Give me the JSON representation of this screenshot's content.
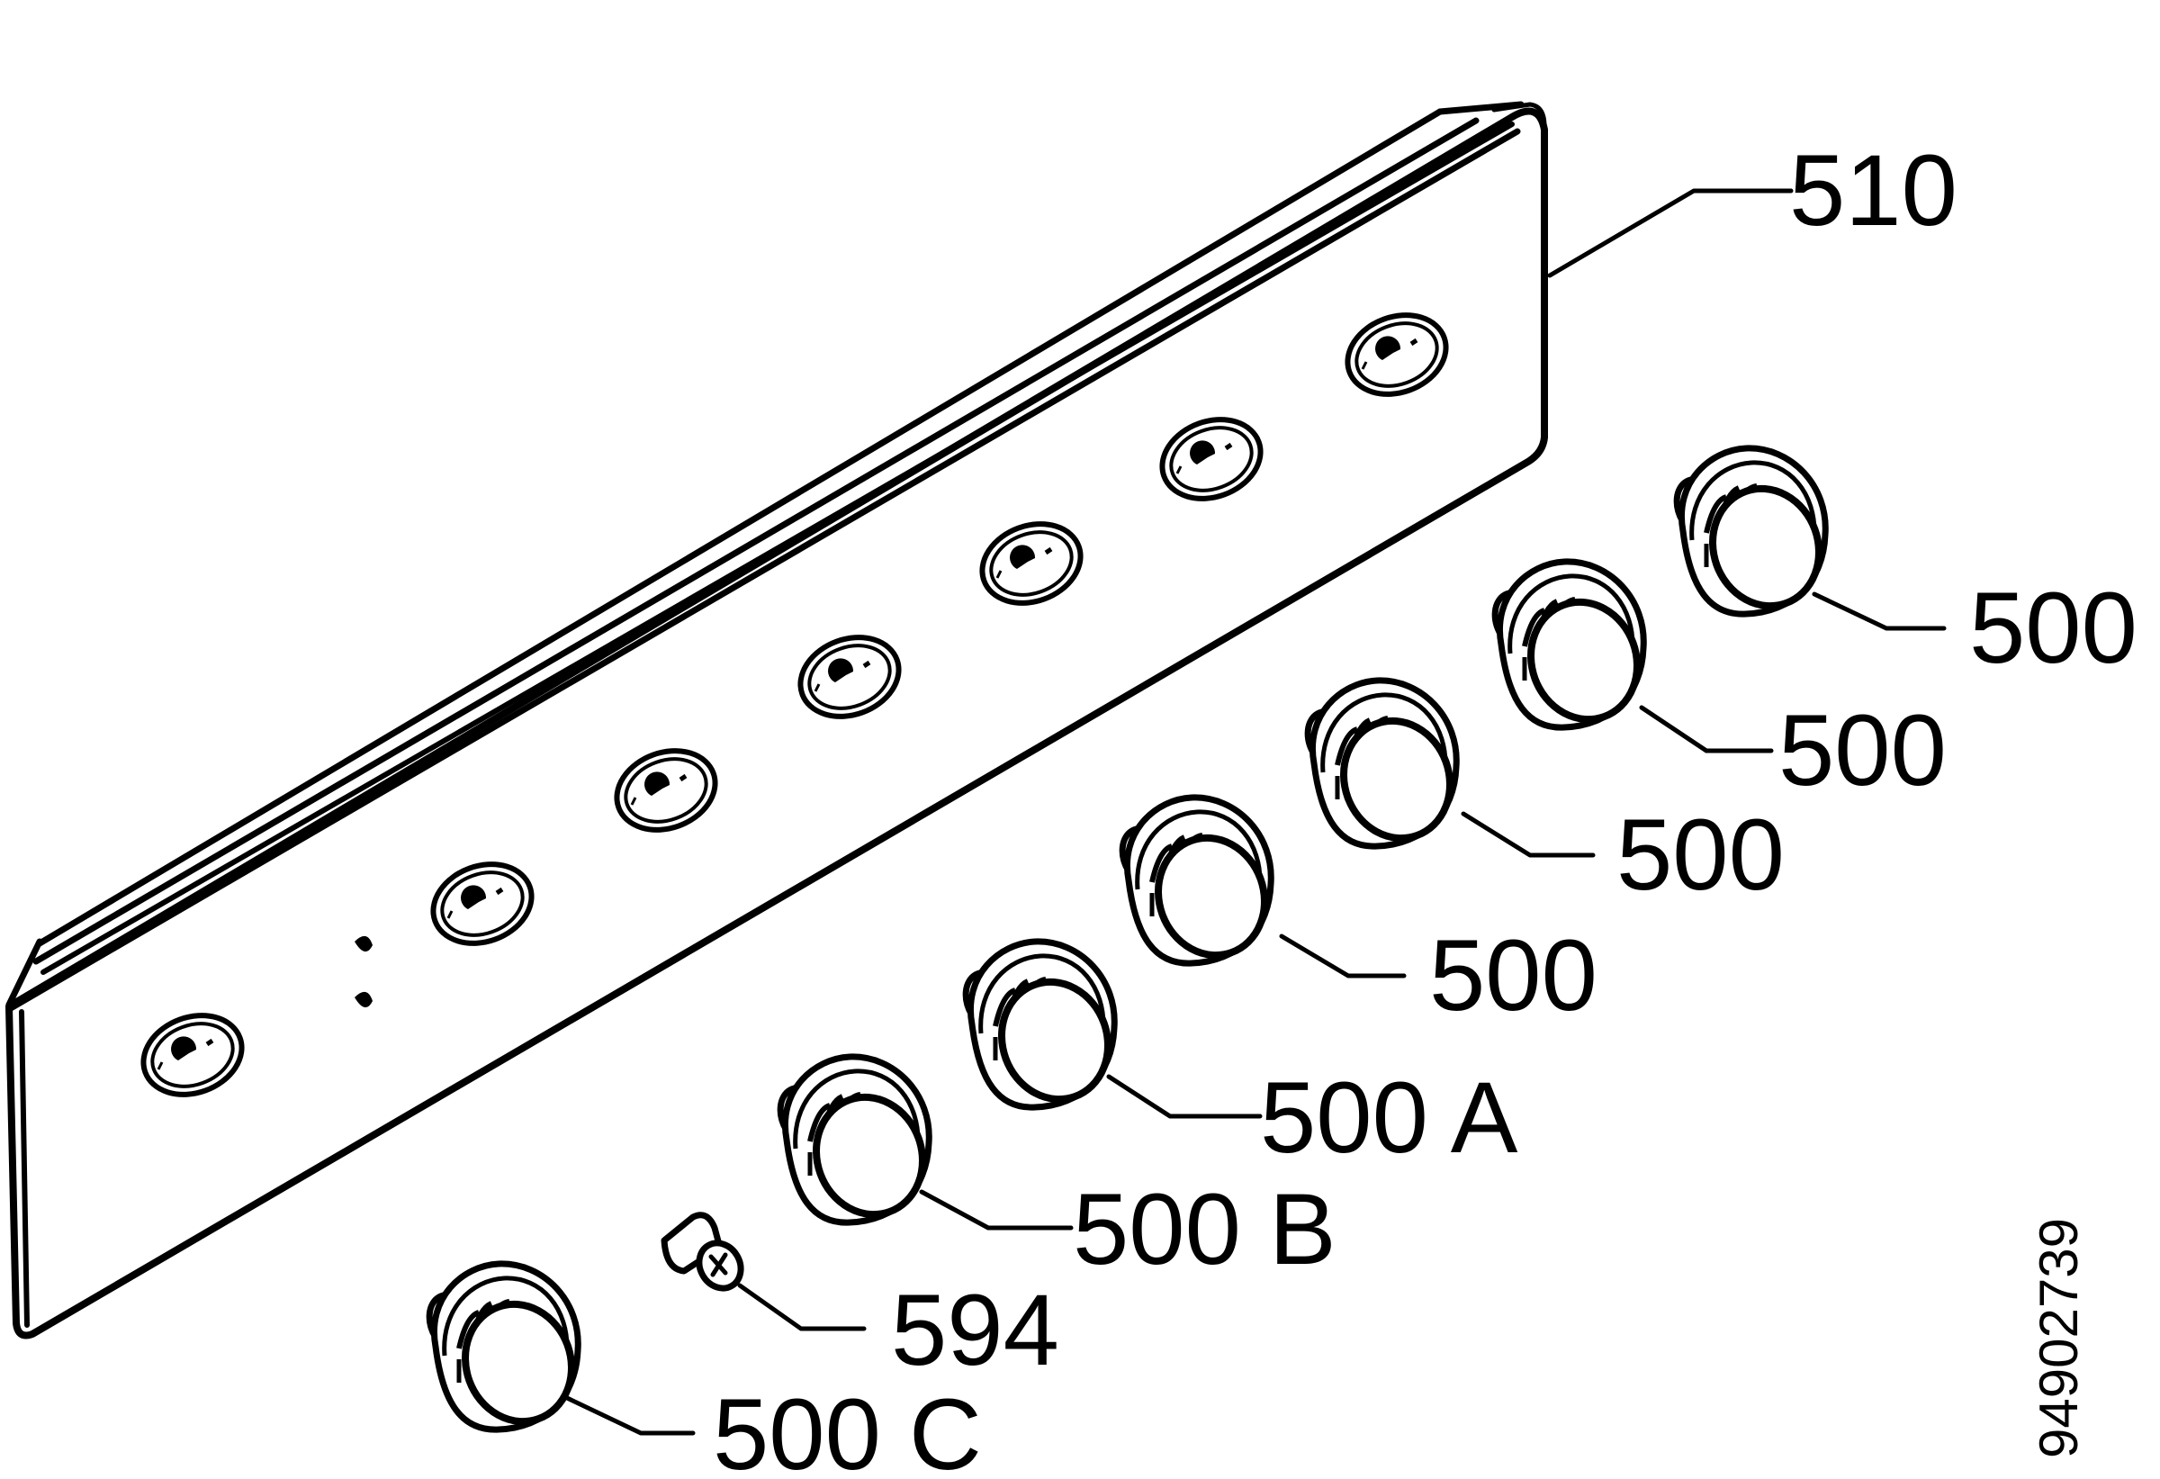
{
  "diagram": {
    "parts": [
      {
        "id": "panel",
        "label": "510"
      },
      {
        "id": "knob-1",
        "label": "500"
      },
      {
        "id": "knob-2",
        "label": "500"
      },
      {
        "id": "knob-3",
        "label": "500"
      },
      {
        "id": "knob-4",
        "label": "500"
      },
      {
        "id": "knob-5",
        "label": "500 A"
      },
      {
        "id": "knob-6",
        "label": "500 B"
      },
      {
        "id": "screw",
        "label": "594"
      },
      {
        "id": "knob-7",
        "label": "500 C"
      }
    ],
    "drawing_code": "94902739"
  }
}
